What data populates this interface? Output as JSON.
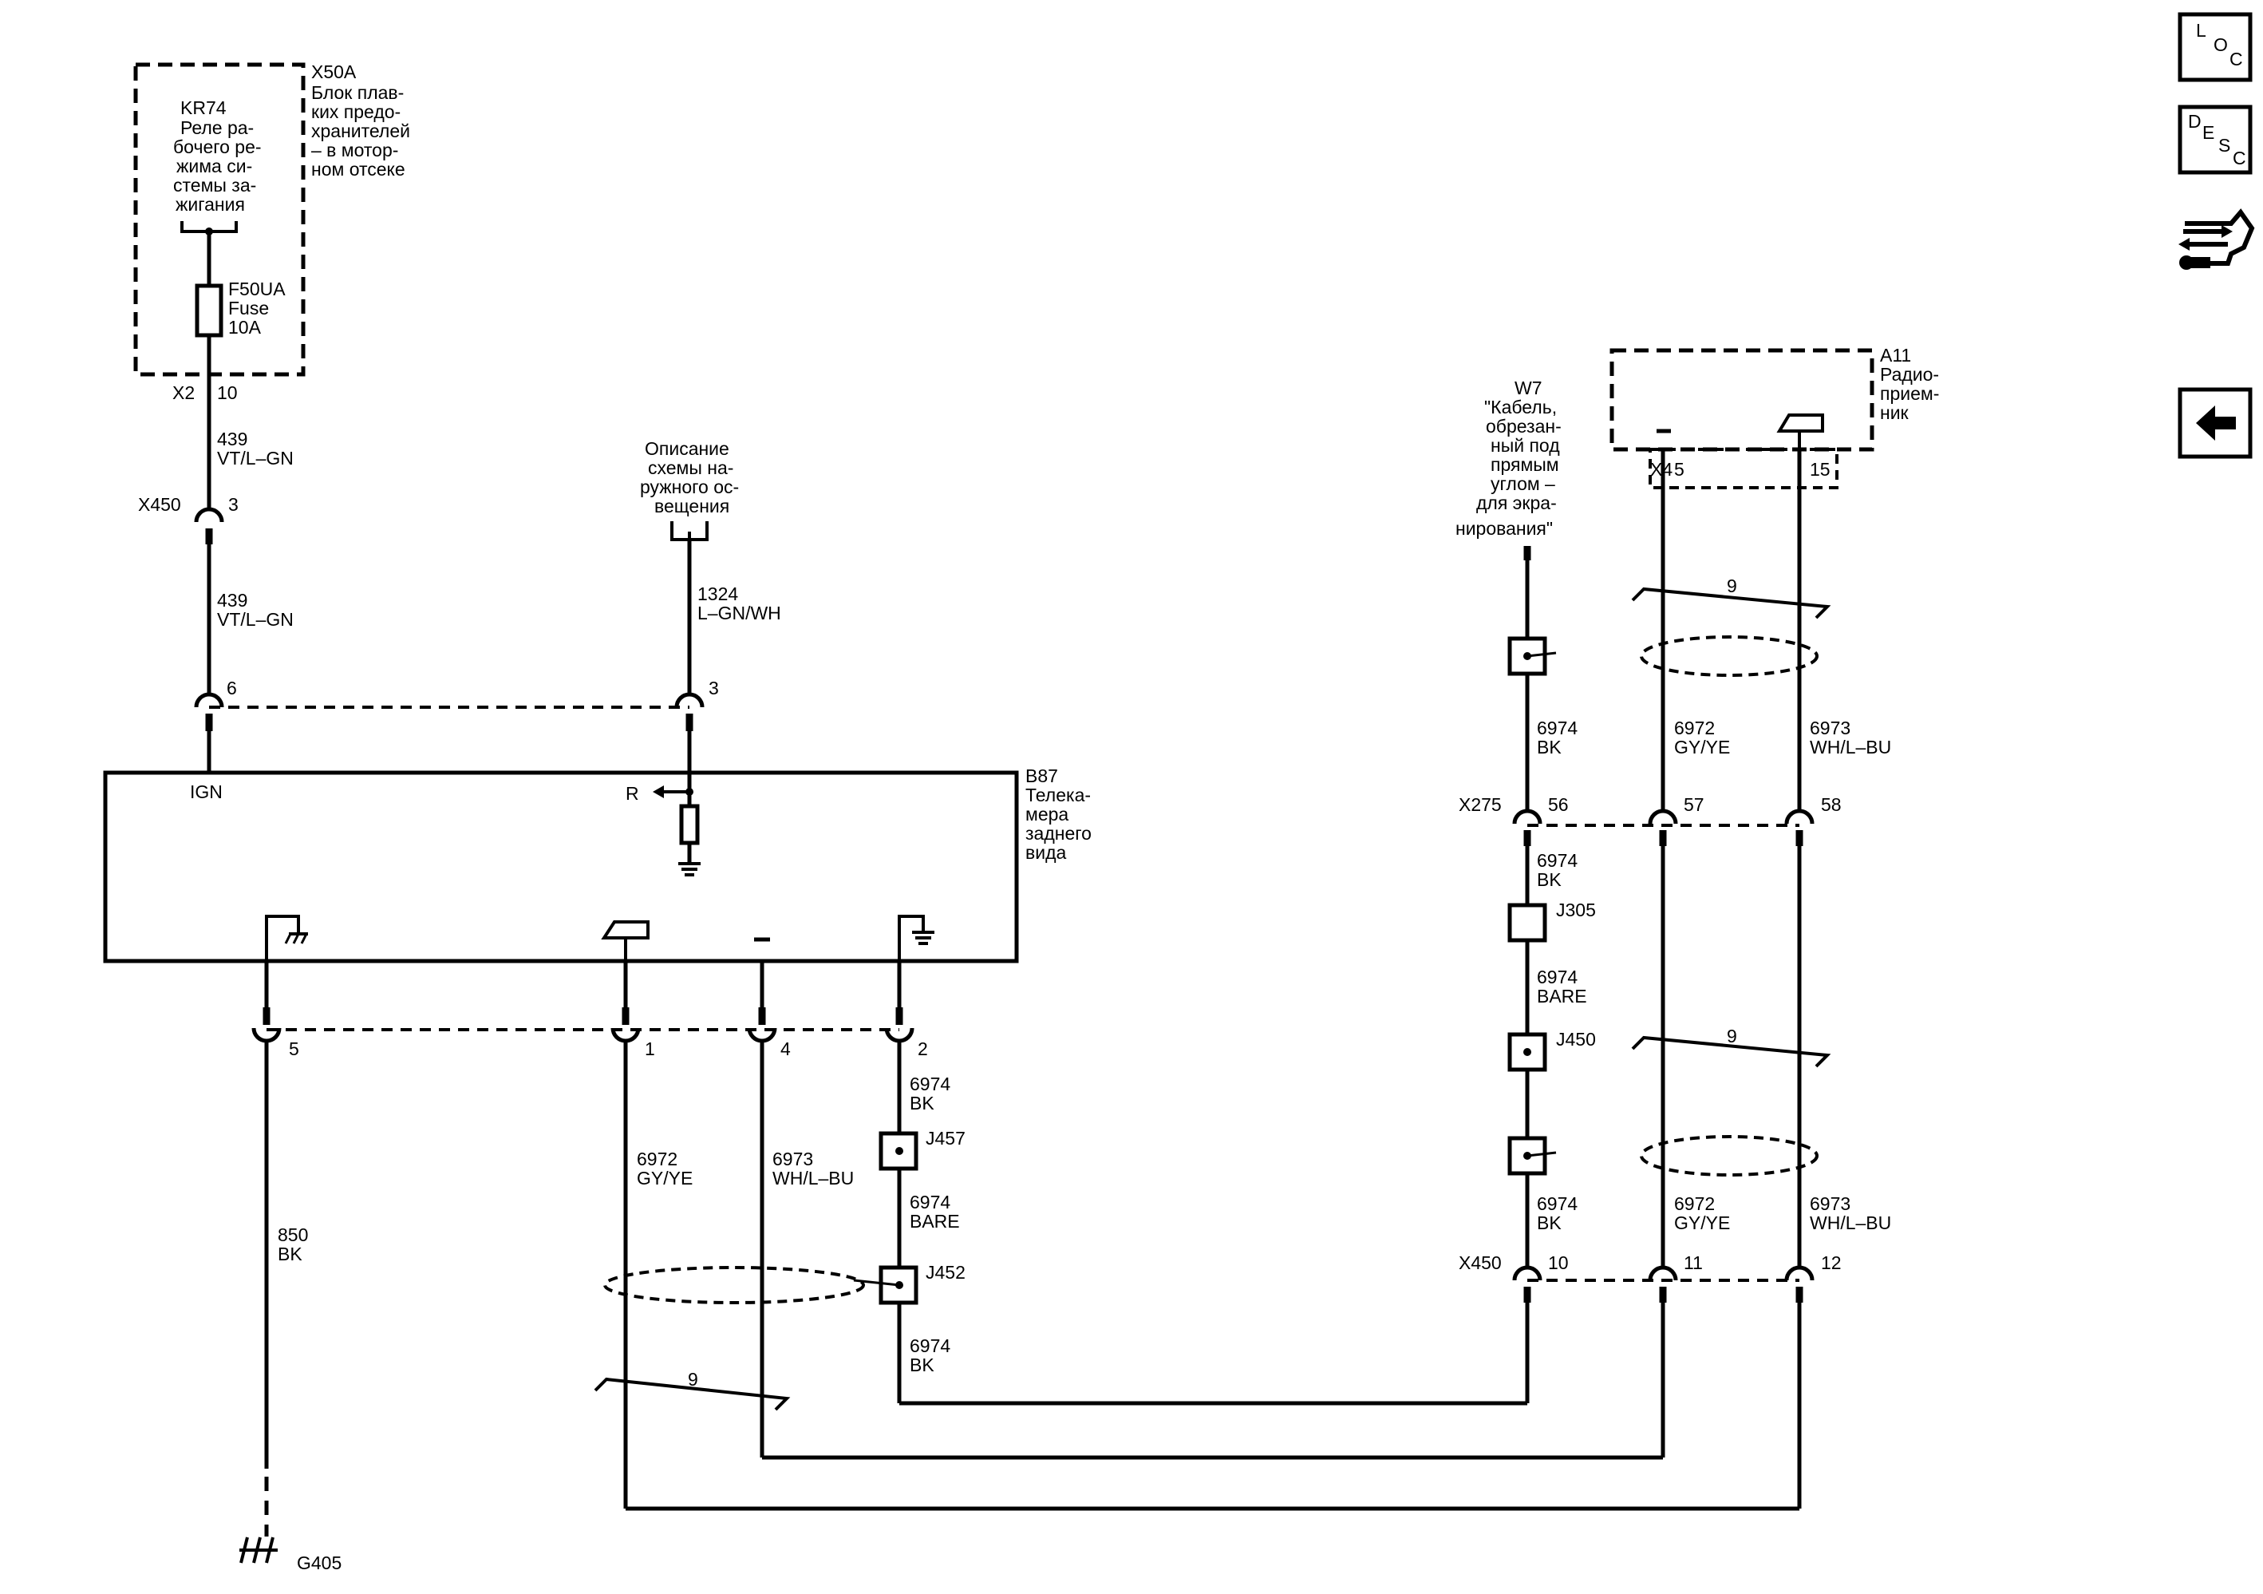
{
  "fuse_box": {
    "id": "X50A",
    "name": [
      "Блок плав-",
      "ких предо-",
      "хранителей",
      "– в мотор-",
      "ном отсеке"
    ]
  },
  "relay": {
    "id": "KR74",
    "name": [
      "Реле ра-",
      "бочего ре-",
      "жима си-",
      "стемы за-",
      "жигания"
    ]
  },
  "fuse": {
    "id": "F50UA",
    "type": "Fuse",
    "rating": "10A"
  },
  "connectors": {
    "x2": "X2",
    "x2_pin": "10",
    "x450_top": "X450",
    "x450_top_pin": "3",
    "cam_pin_6": "6",
    "cam_pin_3": "3",
    "cam_pin_5": "5",
    "cam_pin_1": "1",
    "cam_pin_4": "4",
    "cam_pin_2": "2",
    "x275": "X275",
    "x275_56": "56",
    "x275_57": "57",
    "x275_58": "58",
    "x450_bot": "X450",
    "x450_10": "10",
    "x450_11": "11",
    "x450_12": "12",
    "x4": "X4",
    "x4_5": "5",
    "x4_15": "15"
  },
  "wires": {
    "w439_a_num": "439",
    "w439_a_color": "VT/L–GN",
    "w439_b_num": "439",
    "w439_b_color": "VT/L–GN",
    "w1324_num": "1324",
    "w1324_color": "L–GN/WH",
    "w850_num": "850",
    "w850_color": "BK",
    "w6972_l_num": "6972",
    "w6972_l_color": "GY/YE",
    "w6973_l_num": "6973",
    "w6973_l_color": "WH/L–BU",
    "w6974_a_num": "6974",
    "w6974_a_color": "BK",
    "w6974_bare_num": "6974",
    "w6974_bare_color": "BARE",
    "w6974_b_num": "6974",
    "w6974_b_color": "BK",
    "r6974_a_num": "6974",
    "r6974_a_color": "BK",
    "r6972_a_num": "6972",
    "r6972_a_color": "GY/YE",
    "r6973_a_num": "6973",
    "r6973_a_color": "WH/L–BU",
    "r6974_b_num": "6974",
    "r6974_b_color": "BK",
    "r6974_bare_num": "6974",
    "r6974_bare_color": "BARE",
    "r6974_c_num": "6974",
    "r6974_c_color": "BK",
    "r6972_c_num": "6972",
    "r6972_c_color": "GY/YE",
    "r6973_c_num": "6973",
    "r6973_c_color": "WH/L–BU"
  },
  "twist_labels": {
    "left": "9",
    "right_top": "9",
    "right_mid": "9"
  },
  "lighting_ref": [
    "Описание",
    "схемы на-",
    "ружного ос-",
    "вещения"
  ],
  "camera": {
    "id": "B87",
    "name": [
      "Телека-",
      "мера",
      "заднего",
      "вида"
    ],
    "ign_label": "IGN",
    "r_label": "R"
  },
  "splices": {
    "j457": "J457",
    "j452": "J452",
    "j305": "J305",
    "j450": "J450"
  },
  "cable": {
    "id": "W7",
    "name": [
      "\"Кабель,",
      "обрезан-",
      "ный под",
      "прямым",
      "углом –",
      "для экра-",
      "нирования\""
    ]
  },
  "radio": {
    "id": "A11",
    "name": [
      "Радио-",
      "прием-",
      "ник"
    ]
  },
  "ground": {
    "id": "G405"
  },
  "side_buttons": {
    "loc": [
      "L",
      "O",
      "C"
    ],
    "desc": [
      "D",
      "E",
      "S",
      "C"
    ]
  }
}
